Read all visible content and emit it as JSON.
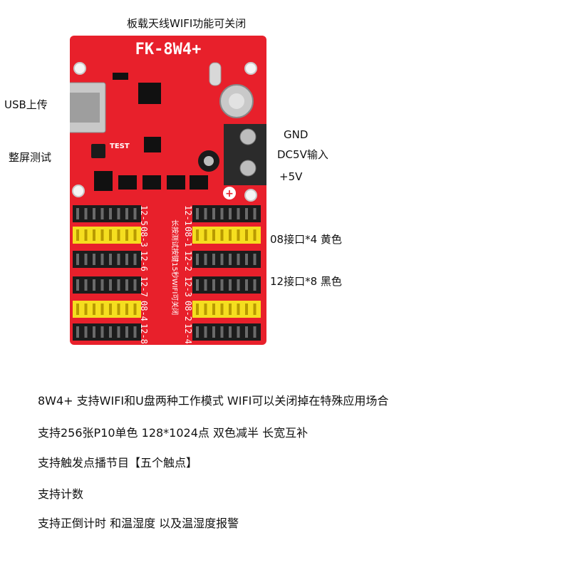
{
  "callouts": {
    "antenna": "板载天线WIFI功能可关闭",
    "usb": "USB上传",
    "test": "整屏测试",
    "gnd": "GND",
    "dc_input": "DC5V输入",
    "plus5v": "+5V",
    "port08": "08接口*4 黄色",
    "port12": "12接口*8 黑色"
  },
  "board": {
    "model": "FK-8W4+",
    "test_label": "TEST",
    "plus_mark": "+",
    "center_text": "长按测试按键15秒WIFI可关闭",
    "left_ports": [
      "12-5",
      "08-3",
      "12-6",
      "12-7",
      "08-4",
      "12-8"
    ],
    "right_ports": [
      "12-1",
      "08-1",
      "12-2",
      "12-3",
      "08-2",
      "12-4"
    ],
    "colors": {
      "pcb": "#e8202b",
      "header_black": "#1c1c1c",
      "header_yellow": "#f5de1f",
      "terminal": "#2b2b2b"
    }
  },
  "features": [
    "8W4+ 支持WIFI和U盘两种工作模式 WIFI可以关闭掉在特殊应用场合",
    "支持256张P10单色 128*1024点 双色减半 长宽互补",
    "支持触发点播节目【五个触点】",
    "支持计数",
    "支持正倒计时 和温湿度 以及温湿度报警"
  ]
}
